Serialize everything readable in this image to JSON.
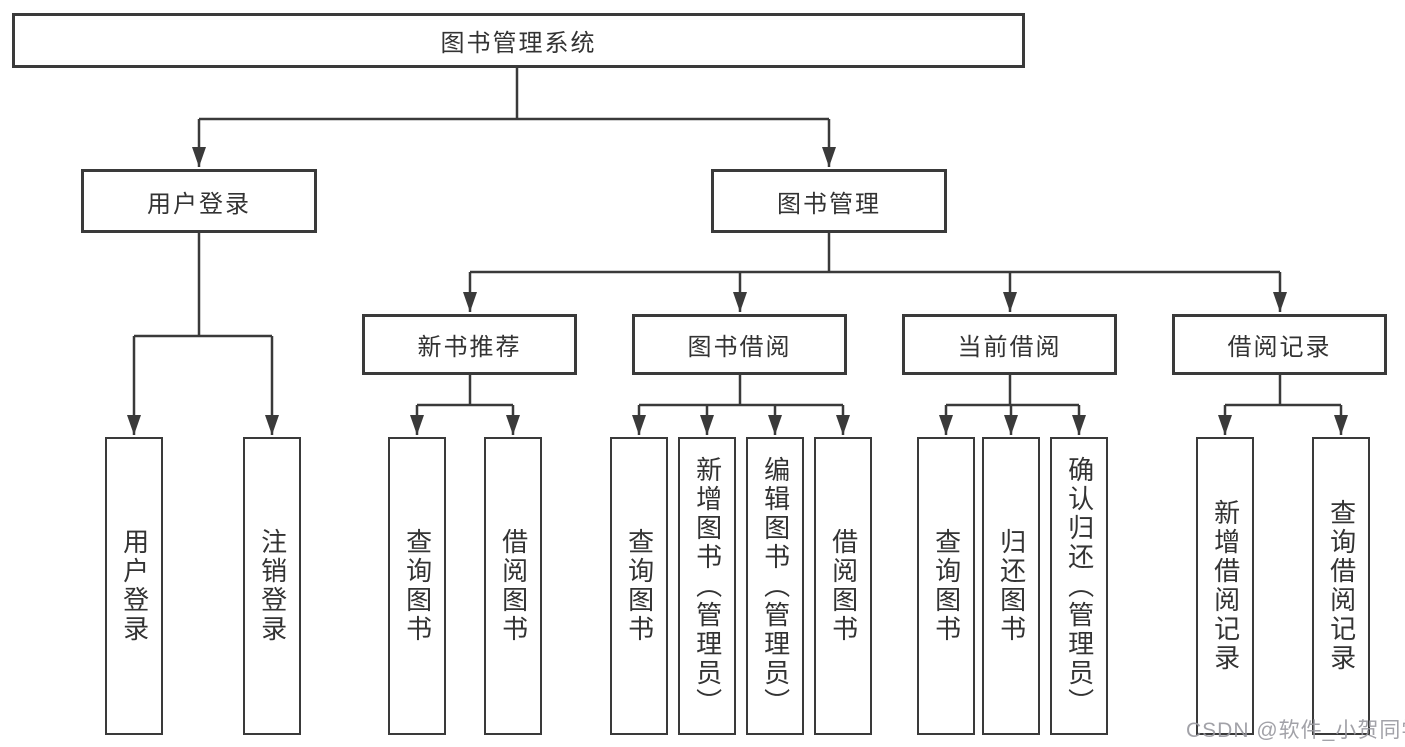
{
  "diagram": {
    "type": "hierarchy-tree",
    "root": {
      "label": "图书管理系统"
    },
    "level1": [
      {
        "label": "用户登录",
        "parent": "图书管理系统"
      },
      {
        "label": "图书管理",
        "parent": "图书管理系统"
      }
    ],
    "level2": [
      {
        "label": "新书推荐",
        "parent": "图书管理"
      },
      {
        "label": "图书借阅",
        "parent": "图书管理"
      },
      {
        "label": "当前借阅",
        "parent": "图书管理"
      },
      {
        "label": "借阅记录",
        "parent": "图书管理"
      }
    ],
    "leaves": [
      {
        "label": "用户登录",
        "parent": "用户登录"
      },
      {
        "label": "注销登录",
        "parent": "用户登录"
      },
      {
        "label": "查询图书",
        "parent": "新书推荐"
      },
      {
        "label": "借阅图书",
        "parent": "新书推荐"
      },
      {
        "label": "查询图书",
        "parent": "图书借阅"
      },
      {
        "label": "新增图书（管理员）",
        "parent": "图书借阅"
      },
      {
        "label": "编辑图书（管理员）",
        "parent": "图书借阅"
      },
      {
        "label": "借阅图书",
        "parent": "图书借阅"
      },
      {
        "label": "查询图书",
        "parent": "当前借阅"
      },
      {
        "label": "归还图书",
        "parent": "当前借阅"
      },
      {
        "label": "确认归还（管理员）",
        "parent": "当前借阅"
      },
      {
        "label": "新增借阅记录",
        "parent": "借阅记录"
      },
      {
        "label": "查询借阅记录",
        "parent": "借阅记录"
      }
    ]
  },
  "watermark": {
    "text": "CSDN @软件_小贺同学"
  },
  "colors": {
    "line": "#3a3a3a",
    "box_border": "#3a3a3a",
    "text": "#333333",
    "background": "#ffffff",
    "watermark": "#98989e"
  }
}
